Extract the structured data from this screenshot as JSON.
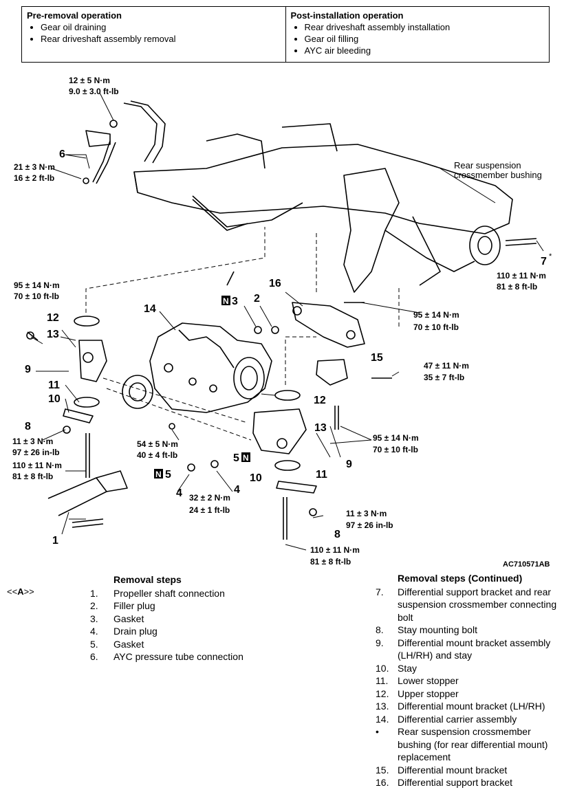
{
  "operations": {
    "pre": {
      "title": "Pre-removal operation",
      "items": [
        "Gear oil draining",
        "Rear driveshaft assembly removal"
      ]
    },
    "post": {
      "title": "Post-installation operation",
      "items": [
        "Rear driveshaft assembly installation",
        "Gear oil filling",
        "AYC air bleeding"
      ]
    }
  },
  "figure": {
    "code": "AC710571AB",
    "bushing_label_1": "Rear suspension",
    "bushing_label_2": "crossmember bushing",
    "torques": {
      "t12_nm": "12 ± 5 N·m",
      "t12_ft": "9.0 ± 3.0 ft-lb",
      "t21_nm": "21 ± 3 N·m",
      "t21_ft": "16 ± 2 ft-lb",
      "t95a_nm": "95 ± 14 N·m",
      "t95a_ft": "70 ± 10 ft-lb",
      "t95b_nm": "95 ± 14 N·m",
      "t95b_ft": "70 ± 10 ft-lb",
      "t95c_nm": "95 ± 14 N·m",
      "t95c_ft": "70 ± 10 ft-lb",
      "t110a_nm": "110 ± 11 N·m",
      "t110a_ft": "81 ± 8 ft-lb",
      "t110b_nm": "110 ± 11 N·m",
      "t110b_ft": "81 ± 8 ft-lb",
      "t110c_nm": "110 ± 11 N·m",
      "t110c_ft": "81 ± 8 ft-lb",
      "t47_nm": "47 ± 11 N·m",
      "t47_ft": "35 ± 7 ft-lb",
      "t11a_nm": "11 ± 3 N·m",
      "t11a_in": "97 ± 26 in-lb",
      "t11b_nm": "11 ± 3 N·m",
      "t11b_in": "97 ± 26 in-lb",
      "t54_nm": "54 ± 5 N·m",
      "t54_ft": "40 ± 4 ft-lb",
      "t32_nm": "32 ± 2 N·m",
      "t32_ft": "24 ± 1 ft-lb"
    },
    "callouts": {
      "c1": "1",
      "c2": "2",
      "c3": "3",
      "c4a": "4",
      "c4b": "4",
      "c5a": "5",
      "c5b": "5",
      "c6": "6",
      "c7": "7",
      "c7star": "*",
      "c8a": "8",
      "c8b": "8",
      "c9a": "9",
      "c9b": "9",
      "c10a": "10",
      "c10b": "10",
      "c11a": "11",
      "c11b": "11",
      "c12a": "12",
      "c12b": "12",
      "c13a": "13",
      "c13b": "13",
      "c14": "14",
      "c15": "15",
      "c16": "16",
      "n_badge": "N"
    }
  },
  "reference": {
    "open": "<<",
    "letter": "A",
    "close": ">>"
  },
  "removal_steps": {
    "title": "Removal steps",
    "items": [
      {
        "n": "1.",
        "text": "Propeller shaft connection"
      },
      {
        "n": "2.",
        "text": "Filler plug"
      },
      {
        "n": "3.",
        "text": "Gasket"
      },
      {
        "n": "4.",
        "text": "Drain plug"
      },
      {
        "n": "5.",
        "text": "Gasket"
      },
      {
        "n": "6.",
        "text": "AYC pressure tube connection"
      }
    ]
  },
  "removal_steps_continued": {
    "title": "Removal steps (Continued)",
    "items": [
      {
        "n": "7.",
        "text": "Differential support bracket and rear suspension crossmember connecting bolt"
      },
      {
        "n": "8.",
        "text": "Stay mounting bolt"
      },
      {
        "n": "9.",
        "text": "Differential mount bracket assembly (LH/RH) and stay"
      },
      {
        "n": "10.",
        "text": "Stay"
      },
      {
        "n": "11.",
        "text": "Lower stopper"
      },
      {
        "n": "12.",
        "text": "Upper stopper"
      },
      {
        "n": "13.",
        "text": "Differential mount bracket (LH/RH)"
      },
      {
        "n": "14.",
        "text": "Differential carrier assembly"
      },
      {
        "n": "•",
        "text": "Rear suspension crossmember bushing (for rear differential mount) replacement"
      },
      {
        "n": "15.",
        "text": "Differential mount bracket"
      },
      {
        "n": "16.",
        "text": "Differential support bracket"
      }
    ]
  }
}
